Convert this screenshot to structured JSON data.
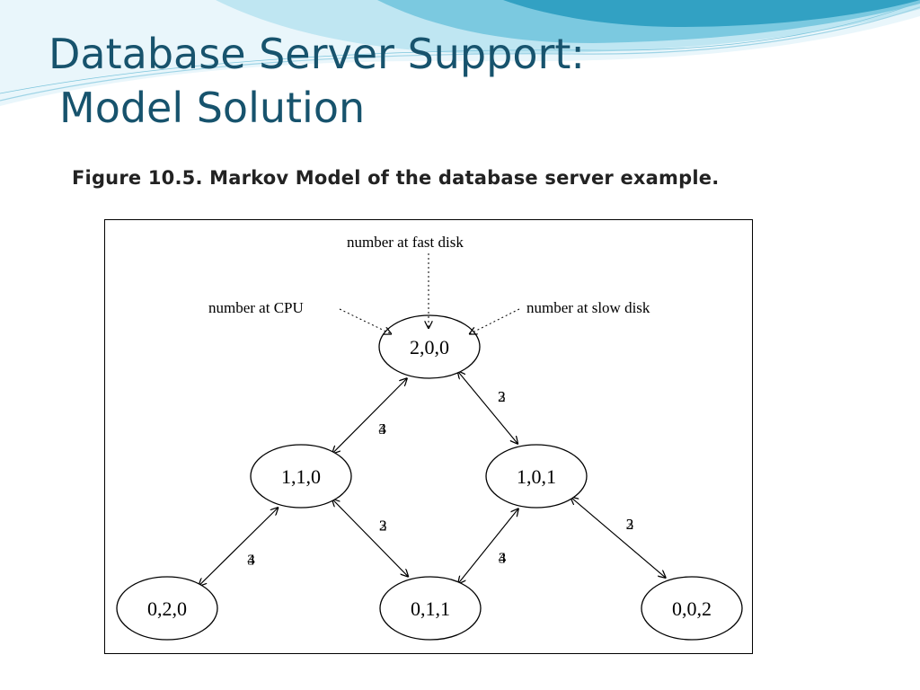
{
  "title": {
    "line1": "Database Server Support:",
    "line2": "Model Solution"
  },
  "figure": {
    "caption": "Figure 10.5. Markov Model of the database server example."
  },
  "diagram": {
    "nodes": [
      {
        "id": "n200",
        "label": "2,0,0"
      },
      {
        "id": "n110",
        "label": "1,1,0"
      },
      {
        "id": "n101",
        "label": "1,0,1"
      },
      {
        "id": "n020",
        "label": "0,2,0"
      },
      {
        "id": "n011",
        "label": "0,1,1"
      },
      {
        "id": "n002",
        "label": "0,0,2"
      }
    ],
    "edges": [
      {
        "from": "n200",
        "to": "n110",
        "rate": "3"
      },
      {
        "from": "n110",
        "to": "n200",
        "rate": "4"
      },
      {
        "from": "n200",
        "to": "n101",
        "rate": "3"
      },
      {
        "from": "n101",
        "to": "n200",
        "rate": "2"
      },
      {
        "from": "n110",
        "to": "n020",
        "rate": "3"
      },
      {
        "from": "n020",
        "to": "n110",
        "rate": "4"
      },
      {
        "from": "n110",
        "to": "n011",
        "rate": "3"
      },
      {
        "from": "n011",
        "to": "n110",
        "rate": "2"
      },
      {
        "from": "n101",
        "to": "n011",
        "rate": "3"
      },
      {
        "from": "n011",
        "to": "n101",
        "rate": "4"
      },
      {
        "from": "n101",
        "to": "n002",
        "rate": "3"
      },
      {
        "from": "n002",
        "to": "n101",
        "rate": "2"
      }
    ],
    "annotations": {
      "fast_disk": "number at fast disk",
      "cpu": "number at CPU",
      "slow_disk": "number at slow disk"
    }
  },
  "colors": {
    "title": "#17536d",
    "wave_light": "#bfe6f2",
    "wave_mid": "#6fc3dd",
    "wave_dark": "#2a9cc0"
  }
}
